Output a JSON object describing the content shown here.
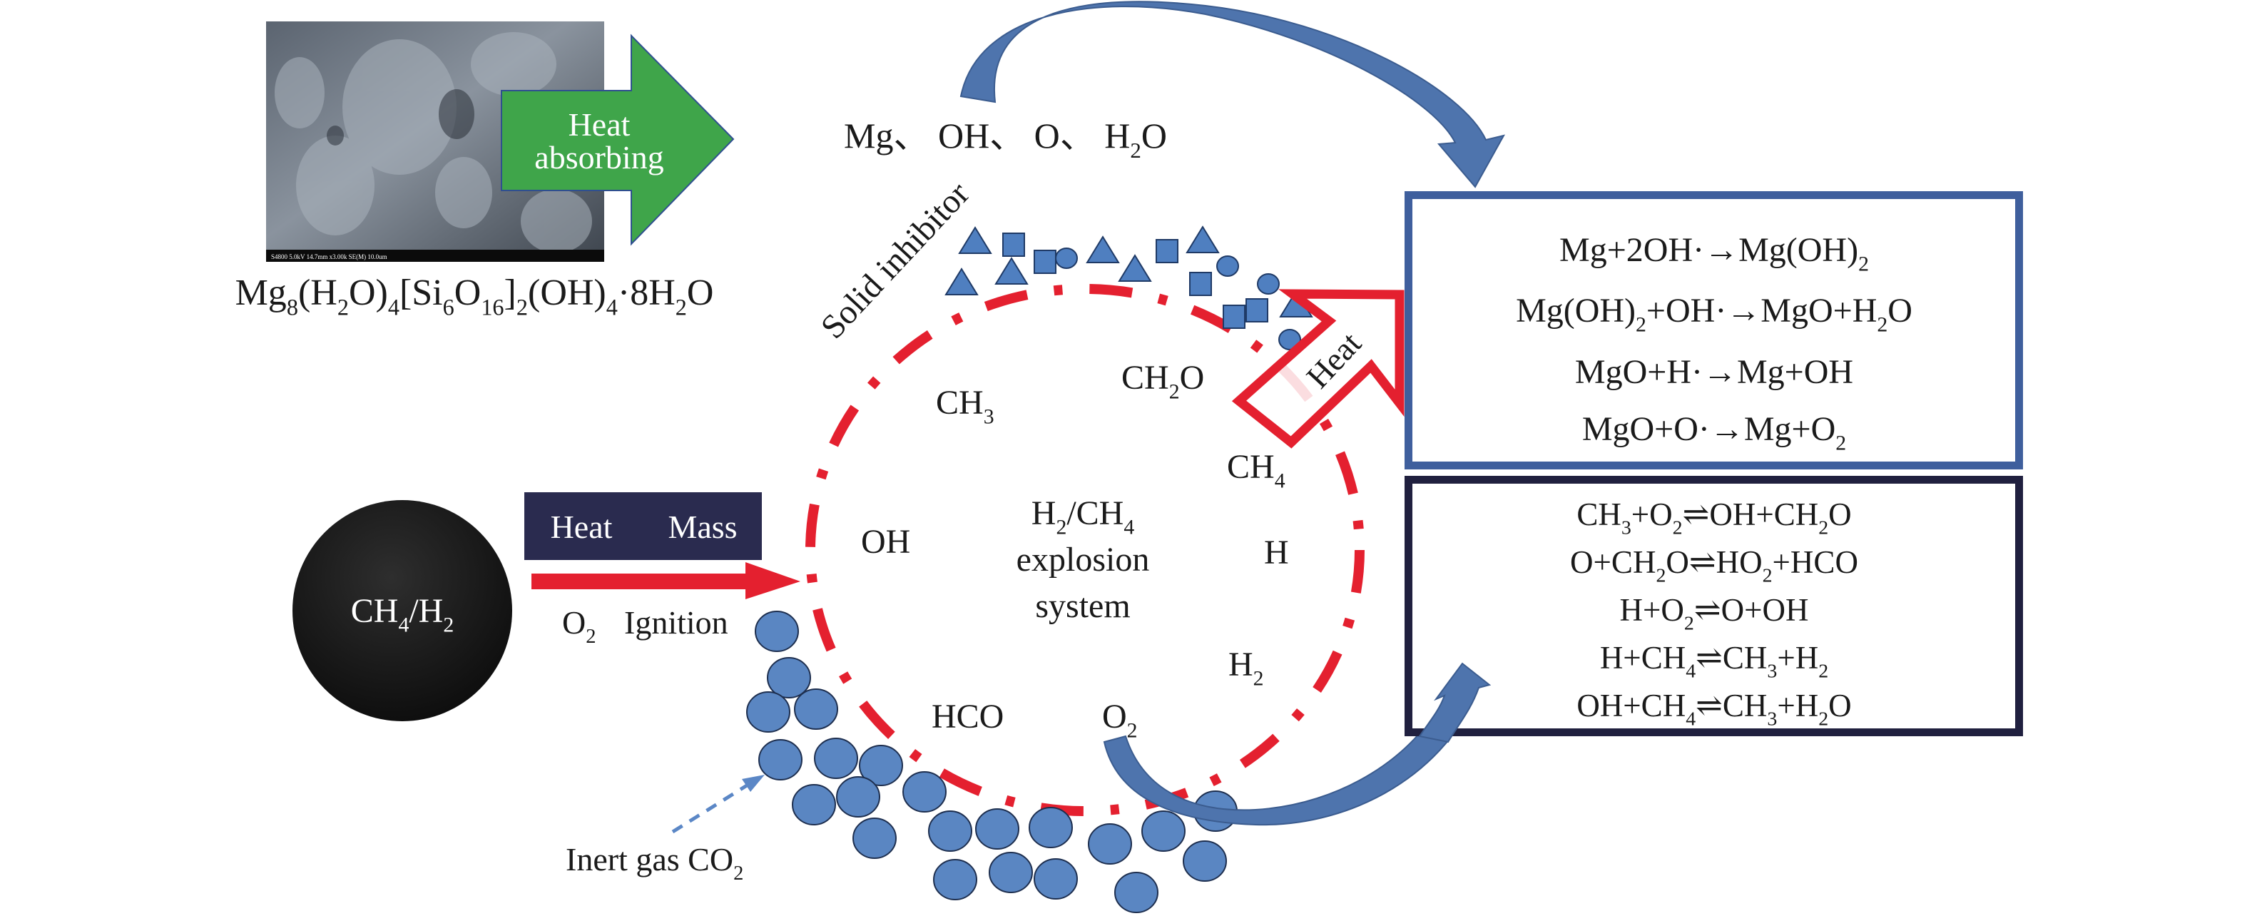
{
  "colors": {
    "inhibitor_blue": "#4f7fc0",
    "inhibitor_stroke": "#1f3a66",
    "arrow_blue": "#4e74ad",
    "ignition_red": "#e4202f",
    "green_arrow": "#3fa54a",
    "box_top_border": "#3f5f9d",
    "box_bottom_border": "#20203f",
    "label_box": "#2a2b4f",
    "reactant_black": "#111111",
    "text": "#1a1a1a"
  },
  "sem_image": {
    "label": "SEM micrograph of sepiolite",
    "scale_bar_text": "S4800 5.0kV 14.7mm x3.00k SE(M) 10.0um"
  },
  "heat_absorbing_arrow": {
    "line1": "Heat",
    "line2": "absorbing"
  },
  "sepiolite_formula": {
    "parts": [
      {
        "t": "Mg",
        "s": false
      },
      {
        "t": "8",
        "s": true
      },
      {
        "t": "(H",
        "s": false
      },
      {
        "t": "2",
        "s": true
      },
      {
        "t": "O)",
        "s": false
      },
      {
        "t": "4",
        "s": true
      },
      {
        "t": "[Si",
        "s": false
      },
      {
        "t": "6",
        "s": true
      },
      {
        "t": "O",
        "s": false
      },
      {
        "t": "16",
        "s": true
      },
      {
        "t": "]",
        "s": false
      },
      {
        "t": "2",
        "s": true
      },
      {
        "t": "(OH)",
        "s": false
      },
      {
        "t": "4",
        "s": true
      },
      {
        "t": "·8H",
        "s": false
      },
      {
        "t": "2",
        "s": true
      },
      {
        "t": "O",
        "s": false
      }
    ]
  },
  "released_species": {
    "parts": [
      {
        "t": "Mg、 OH、 O、 H",
        "s": false
      },
      {
        "t": "2",
        "s": true
      },
      {
        "t": "O",
        "s": false
      }
    ]
  },
  "solid_inhibitor_label": "Solid inhibitor",
  "heat_label": "Heat",
  "reactant": {
    "parts": [
      {
        "t": "CH",
        "s": false
      },
      {
        "t": "4",
        "s": true
      },
      {
        "t": "/H",
        "s": false
      },
      {
        "t": "2",
        "s": true
      }
    ]
  },
  "transfer_box": {
    "heat": "Heat",
    "mass": "Mass"
  },
  "oxygen_label": {
    "parts": [
      {
        "t": "O",
        "s": false
      },
      {
        "t": "2",
        "s": true
      }
    ]
  },
  "ignition_label": "Ignition",
  "inert_gas_label": {
    "parts": [
      {
        "t": "Inert gas CO",
        "s": false
      },
      {
        "t": "2",
        "s": true
      }
    ]
  },
  "explosion_system": {
    "title_parts": [
      {
        "t": "H",
        "s": false
      },
      {
        "t": "2",
        "s": true
      },
      {
        "t": "/CH",
        "s": false
      },
      {
        "t": "4",
        "s": true
      }
    ],
    "line2": "explosion",
    "line3": "system"
  },
  "radicals": [
    {
      "id": "ch3",
      "parts": [
        {
          "t": "CH",
          "s": false
        },
        {
          "t": "3",
          "s": true
        }
      ]
    },
    {
      "id": "ch2o",
      "parts": [
        {
          "t": "CH",
          "s": false
        },
        {
          "t": "2",
          "s": true
        },
        {
          "t": "O",
          "s": false
        }
      ]
    },
    {
      "id": "ch4",
      "parts": [
        {
          "t": "CH",
          "s": false
        },
        {
          "t": "4",
          "s": true
        }
      ]
    },
    {
      "id": "oh",
      "parts": [
        {
          "t": "OH",
          "s": false
        }
      ]
    },
    {
      "id": "h",
      "parts": [
        {
          "t": "H",
          "s": false
        }
      ]
    },
    {
      "id": "h2",
      "parts": [
        {
          "t": "H",
          "s": false
        },
        {
          "t": "2",
          "s": true
        }
      ]
    },
    {
      "id": "hco",
      "parts": [
        {
          "t": "HCO",
          "s": false
        }
      ]
    },
    {
      "id": "o2",
      "parts": [
        {
          "t": "O",
          "s": false
        },
        {
          "t": "2",
          "s": true
        }
      ]
    }
  ],
  "inhibition_reactions": [
    {
      "parts": [
        {
          "t": "Mg+2OH·→Mg(OH)",
          "s": false
        },
        {
          "t": "2",
          "s": true
        }
      ]
    },
    {
      "parts": [
        {
          "t": "Mg(OH)",
          "s": false
        },
        {
          "t": "2",
          "s": true
        },
        {
          "t": "+OH·→MgO+H",
          "s": false
        },
        {
          "t": "2",
          "s": true
        },
        {
          "t": "O",
          "s": false
        }
      ]
    },
    {
      "parts": [
        {
          "t": "MgO+H·→Mg+OH",
          "s": false
        }
      ]
    },
    {
      "parts": [
        {
          "t": "MgO+O·→Mg+O",
          "s": false
        },
        {
          "t": "2",
          "s": true
        }
      ]
    }
  ],
  "chain_reactions": [
    {
      "parts": [
        {
          "t": "CH",
          "s": false
        },
        {
          "t": "3",
          "s": true
        },
        {
          "t": "+O",
          "s": false
        },
        {
          "t": "2",
          "s": true
        },
        {
          "t": "⇌OH+CH",
          "s": false
        },
        {
          "t": "2",
          "s": true
        },
        {
          "t": "O",
          "s": false
        }
      ]
    },
    {
      "parts": [
        {
          "t": "O+CH",
          "s": false
        },
        {
          "t": "2",
          "s": true
        },
        {
          "t": "O⇌HO",
          "s": false
        },
        {
          "t": "2",
          "s": true
        },
        {
          "t": "+HCO",
          "s": false
        }
      ]
    },
    {
      "parts": [
        {
          "t": "H+O",
          "s": false
        },
        {
          "t": "2",
          "s": true
        },
        {
          "t": "⇌O+OH",
          "s": false
        }
      ]
    },
    {
      "parts": [
        {
          "t": "H+CH",
          "s": false
        },
        {
          "t": "4",
          "s": true
        },
        {
          "t": "⇌CH",
          "s": false
        },
        {
          "t": "3",
          "s": true
        },
        {
          "t": "+H",
          "s": false
        },
        {
          "t": "2",
          "s": true
        }
      ]
    },
    {
      "parts": [
        {
          "t": "OH+CH",
          "s": false
        },
        {
          "t": "4",
          "s": true
        },
        {
          "t": "⇌CH",
          "s": false
        },
        {
          "t": "3",
          "s": true
        },
        {
          "t": "+H",
          "s": false
        },
        {
          "t": "2",
          "s": true
        },
        {
          "t": "O",
          "s": false
        }
      ]
    }
  ],
  "inhibitor_particles": [
    {
      "shape": "triangle"
    },
    {
      "shape": "triangle"
    },
    {
      "shape": "square"
    },
    {
      "shape": "triangle"
    },
    {
      "shape": "square"
    },
    {
      "shape": "circle"
    },
    {
      "shape": "triangle"
    },
    {
      "shape": "triangle"
    },
    {
      "shape": "square"
    },
    {
      "shape": "triangle"
    },
    {
      "shape": "circle"
    },
    {
      "shape": "square"
    },
    {
      "shape": "circle"
    },
    {
      "shape": "square"
    },
    {
      "shape": "square"
    },
    {
      "shape": "triangle"
    },
    {
      "shape": "circle"
    }
  ],
  "co2_particle_count": 22
}
